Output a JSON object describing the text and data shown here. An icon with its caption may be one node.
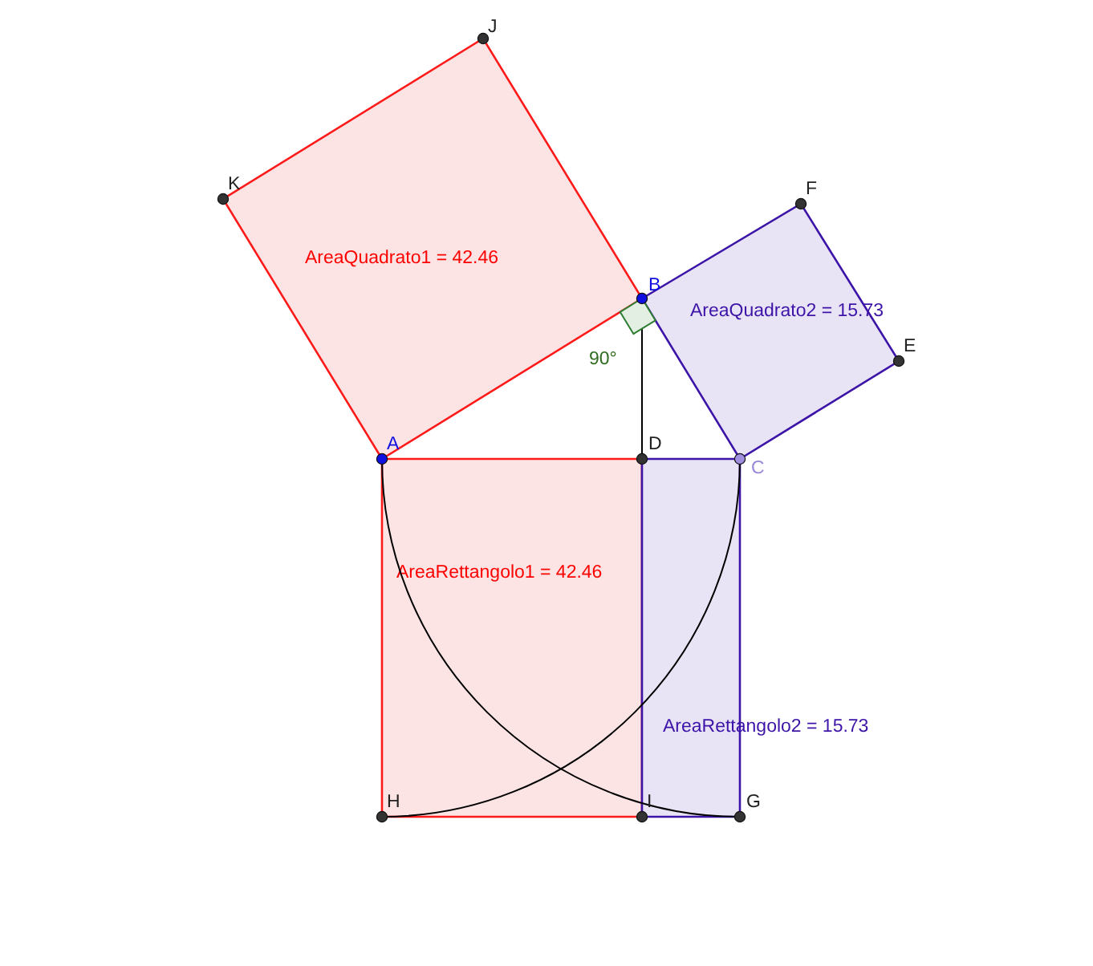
{
  "diagram": {
    "nodes": [
      {
        "text": [
          "AreaQuadrato1 = 42.46"
        ]
      },
      {
        "text": [
          "AreaQuadrato2 = 15.73"
        ]
      },
      {
        "text": [
          "AreaRettangolo1 = 42.46"
        ]
      },
      {
        "text": [
          "AreaRettangolo2 = 15.73"
        ]
      }
    ],
    "labels": [
      "J",
      "K",
      "F",
      "B",
      "E",
      "90°",
      "A",
      "D",
      "C",
      "H",
      "I",
      "G"
    ]
  }
}
